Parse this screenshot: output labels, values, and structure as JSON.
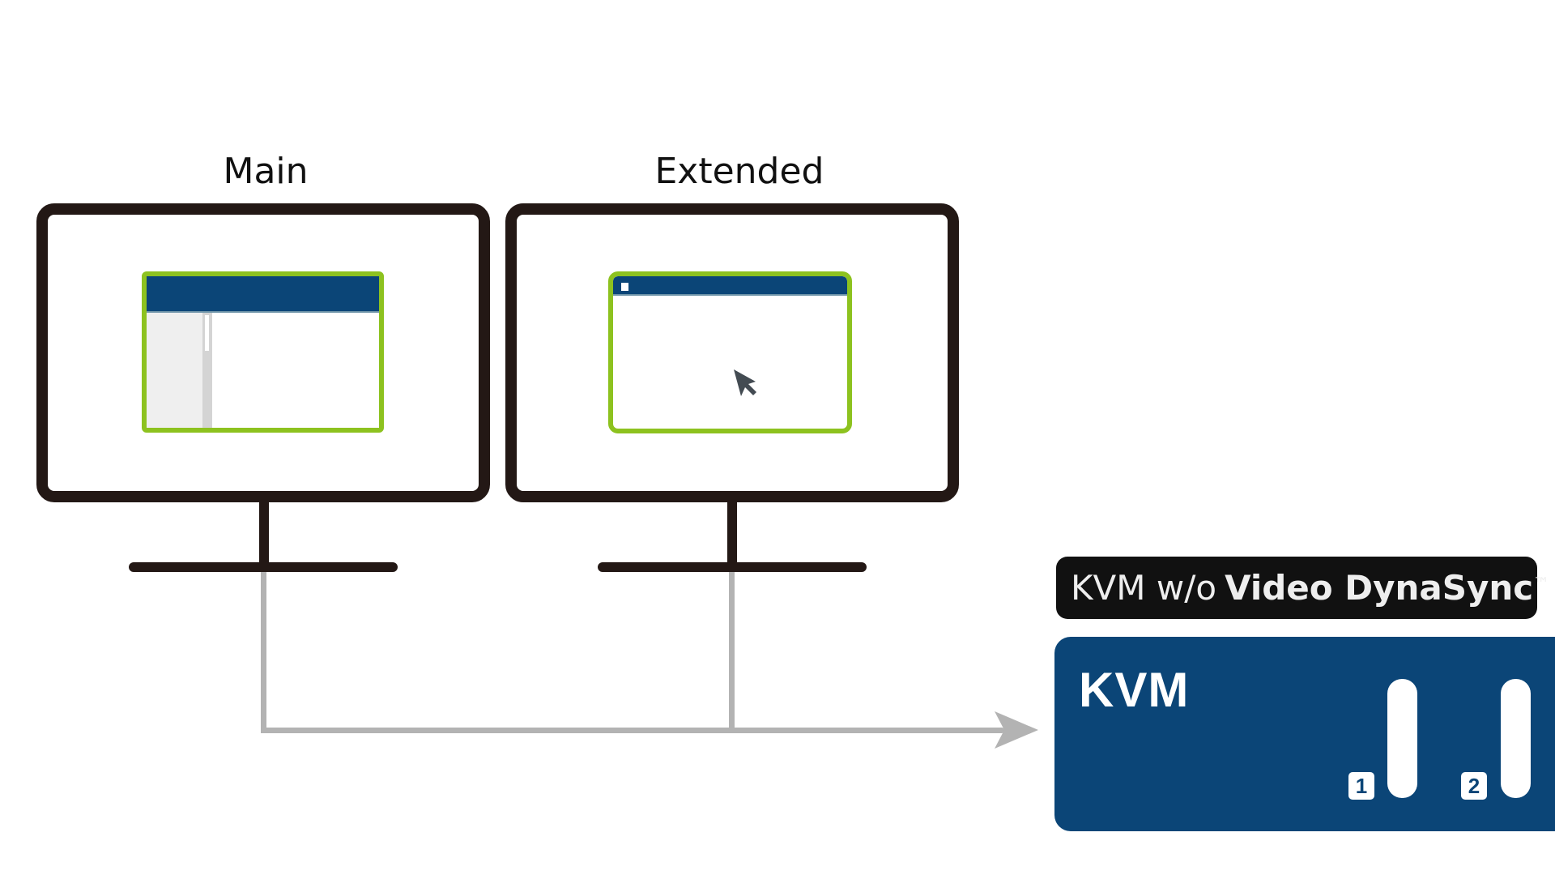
{
  "monitors": [
    {
      "label": "Main"
    },
    {
      "label": "Extended"
    }
  ],
  "kvm_tag": {
    "prefix": "KVM w/o",
    "feature": "Video DynaSync",
    "trademark": "™"
  },
  "kvm_device": {
    "logo": "KVM",
    "ports": [
      {
        "number": "1"
      },
      {
        "number": "2"
      }
    ]
  },
  "colors": {
    "window_border": "#8dc21f",
    "navy": "#0b4577",
    "cable": "#b3b3b3",
    "monitor_frame": "#231815"
  },
  "icons": {
    "cursor": "mouse-pointer-icon",
    "arrow": "arrow-right-icon"
  }
}
